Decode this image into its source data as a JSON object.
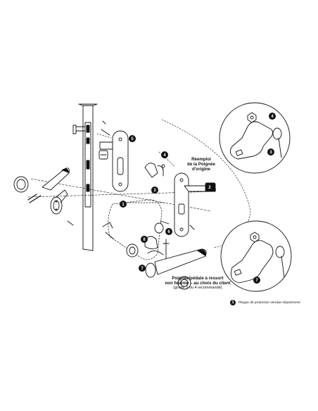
{
  "callouts": {
    "c1": "1",
    "c2": "2",
    "c3": "3",
    "c4": "4",
    "c5": "5",
    "c6": "6",
    "c7": "7",
    "c8": "8"
  },
  "labels": {
    "reemploi_line1": "Réemploi",
    "reemploi_line2": "de la Poignée",
    "reemploi_line3": "d'origine",
    "poignee_line1": "Poignée/pédale à ressort",
    "poignee_line2": "non fournie – au choix du client",
    "poignee_line3": "(grade 3 ou 4 recommandé)"
  },
  "legend": {
    "number": "1",
    "text": "Plaque de protection vendue séparément"
  },
  "colors": {
    "ink": "#111111",
    "background": "#ffffff"
  }
}
